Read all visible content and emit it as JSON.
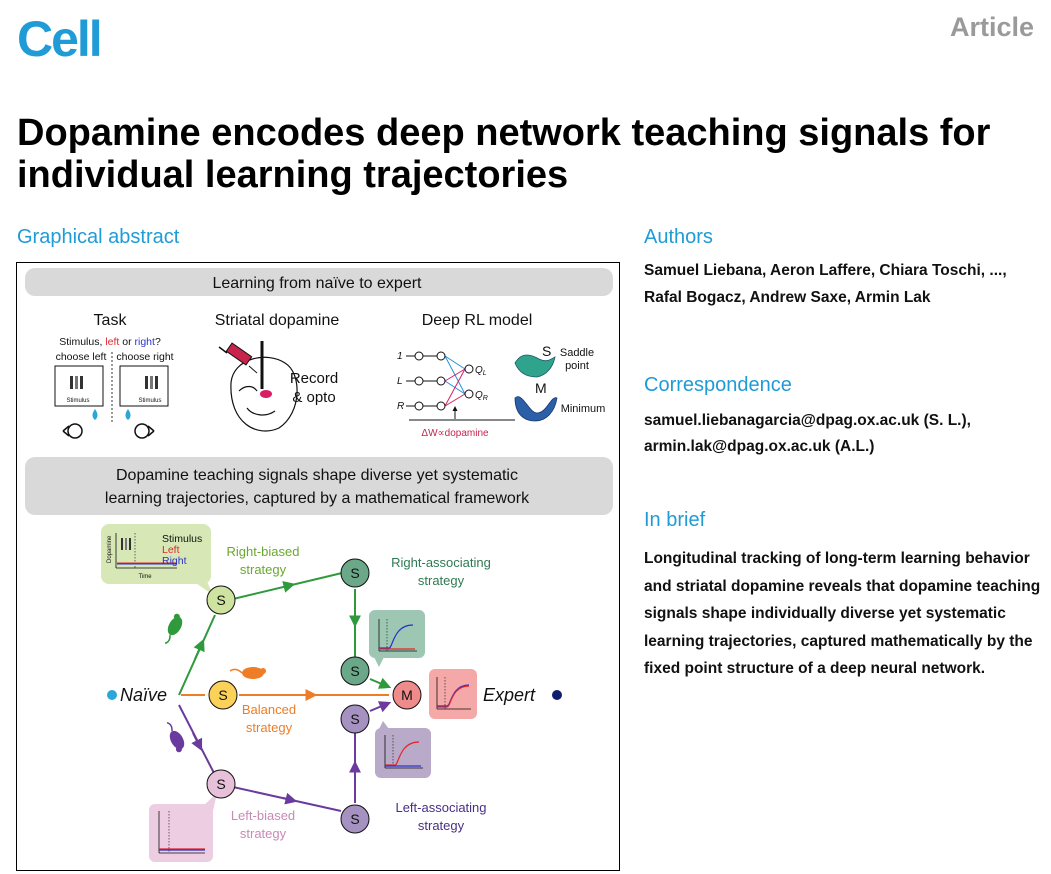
{
  "header": {
    "journal": "Cell",
    "article_type": "Article"
  },
  "title": "Dopamine encodes deep network teaching signals for individual learning trajectories",
  "sections": {
    "graphical_abstract": "Graphical abstract",
    "authors": "Authors",
    "correspondence": "Correspondence",
    "in_brief": "In brief"
  },
  "authors_text": "Samuel Liebana, Aeron Laffere, Chiara Toschi, ..., Rafal Bogacz, Andrew Saxe, Armin Lak",
  "correspondence": {
    "line1": "samuel.liebanagarcia@dpag.ox.ac.uk (S. L.),",
    "line2": "armin.lak@dpag.ox.ac.uk (A.L.)"
  },
  "in_brief_text": "Longitudinal tracking of long-term learning behavior and striatal dopamine reveals that dopamine teaching signals shape individually diverse yet systematic learning trajectories, captured mathematically by the fixed point structure of a deep neural network.",
  "abstract": {
    "banner1": "Learning from naïve to expert",
    "banner2_line1": "Dopamine teaching signals shape diverse yet systematic",
    "banner2_line2": "learning trajectories, captured by a mathematical framework",
    "task": {
      "title": "Task",
      "question_prefix": "Stimulus, ",
      "left_word": "left",
      "or_word": " or ",
      "right_word": "right",
      "question_suffix": "?",
      "choose_left": "choose left",
      "choose_right": "choose right",
      "stimulus_label": "Stimulus"
    },
    "dopamine": {
      "title": "Striatal dopamine",
      "record": "Record",
      "opto": "& opto"
    },
    "model": {
      "title": "Deep RL model",
      "in1": "1",
      "in2": "L",
      "in3": "R",
      "q_left": "Q",
      "q_left_sub": "L",
      "q_right": "Q",
      "q_right_sub": "R",
      "update_rule": "ΔW∝dopamine",
      "saddle_letter": "S",
      "saddle_1": "Saddle",
      "saddle_2": "point",
      "min_letter": "M",
      "min_label": "Minimum"
    },
    "trajectory": {
      "legend": {
        "stimulus": "Stimulus",
        "left": "Left",
        "right": "Right",
        "y_axis": "Dopamine",
        "x_axis": "Time"
      },
      "naive": "Naïve",
      "expert": "Expert",
      "node_s": "S",
      "node_m": "M",
      "right_biased_1": "Right-biased",
      "right_biased_2": "strategy",
      "right_assoc_1": "Right-associating",
      "right_assoc_2": "strategy",
      "balanced_1": "Balanced",
      "balanced_2": "strategy",
      "left_biased_1": "Left-biased",
      "left_biased_2": "strategy",
      "left_assoc_1": "Left-associating",
      "left_assoc_2": "strategy"
    }
  },
  "colors": {
    "brand_blue": "#1f9bd6",
    "right_green": "#2e9a3c",
    "balanced_orange": "#ee7d25",
    "left_purple": "#6b3a9e",
    "left_red": "#e3262b",
    "right_blue": "#2b34c9",
    "expert_navy": "#0f1e6e"
  }
}
